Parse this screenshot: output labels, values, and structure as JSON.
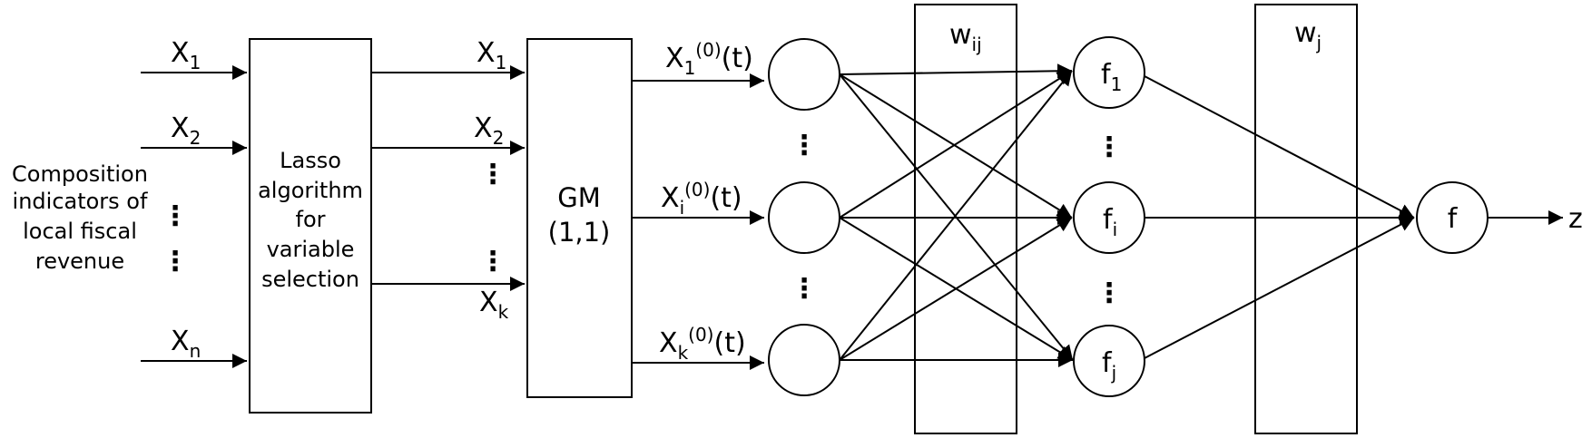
{
  "diagram": {
    "input_labels": [
      {
        "base": "X",
        "sub": "1"
      },
      {
        "base": "X",
        "sub": "2"
      },
      {
        "base": "X",
        "sub": "n"
      }
    ],
    "input_group_label": [
      "Composition",
      "indicators of",
      "local fiscal",
      "revenue"
    ],
    "lasso_box_lines": [
      "Lasso",
      "algorithm",
      "for",
      "variable",
      "selection"
    ],
    "selected_labels": [
      {
        "base": "X",
        "sub": "1"
      },
      {
        "base": "X",
        "sub": "2"
      },
      {
        "base": "X",
        "sub": "k"
      }
    ],
    "gm_box_lines": [
      "GM",
      "(1,1)"
    ],
    "gm_outputs": [
      {
        "base": "X",
        "sub": "1",
        "sup": "(0)",
        "tail": "(t)"
      },
      {
        "base": "X",
        "sub": "i",
        "sup": "(0)",
        "tail": "(t)"
      },
      {
        "base": "X",
        "sub": "k",
        "sup": "(0)",
        "tail": "(t)"
      }
    ],
    "weight_ij": {
      "base": "w",
      "sub": "ij"
    },
    "weight_j": {
      "base": "w",
      "sub": "j"
    },
    "hidden_nodes": [
      {
        "base": "f",
        "sub": "1"
      },
      {
        "base": "f",
        "sub": "i"
      },
      {
        "base": "f",
        "sub": "j"
      }
    ],
    "output_node": "f",
    "final_output": "z",
    "ellipsis": "⋮"
  }
}
